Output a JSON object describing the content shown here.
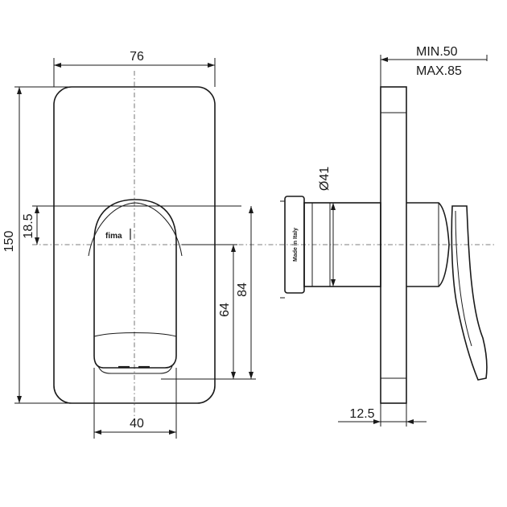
{
  "drawing": {
    "front_view": {
      "width": "76",
      "height": "150",
      "handle_offset": "18.5",
      "handle_width": "40",
      "lower_dim_short": "64",
      "lower_dim_long": "84",
      "brand_mark": "fima"
    },
    "side_view": {
      "depth_min": "MIN.50",
      "depth_max": "MAX.85",
      "diameter": "Ø41",
      "plate_thickness": "12.5",
      "body_marking": "Made in Italy"
    }
  }
}
